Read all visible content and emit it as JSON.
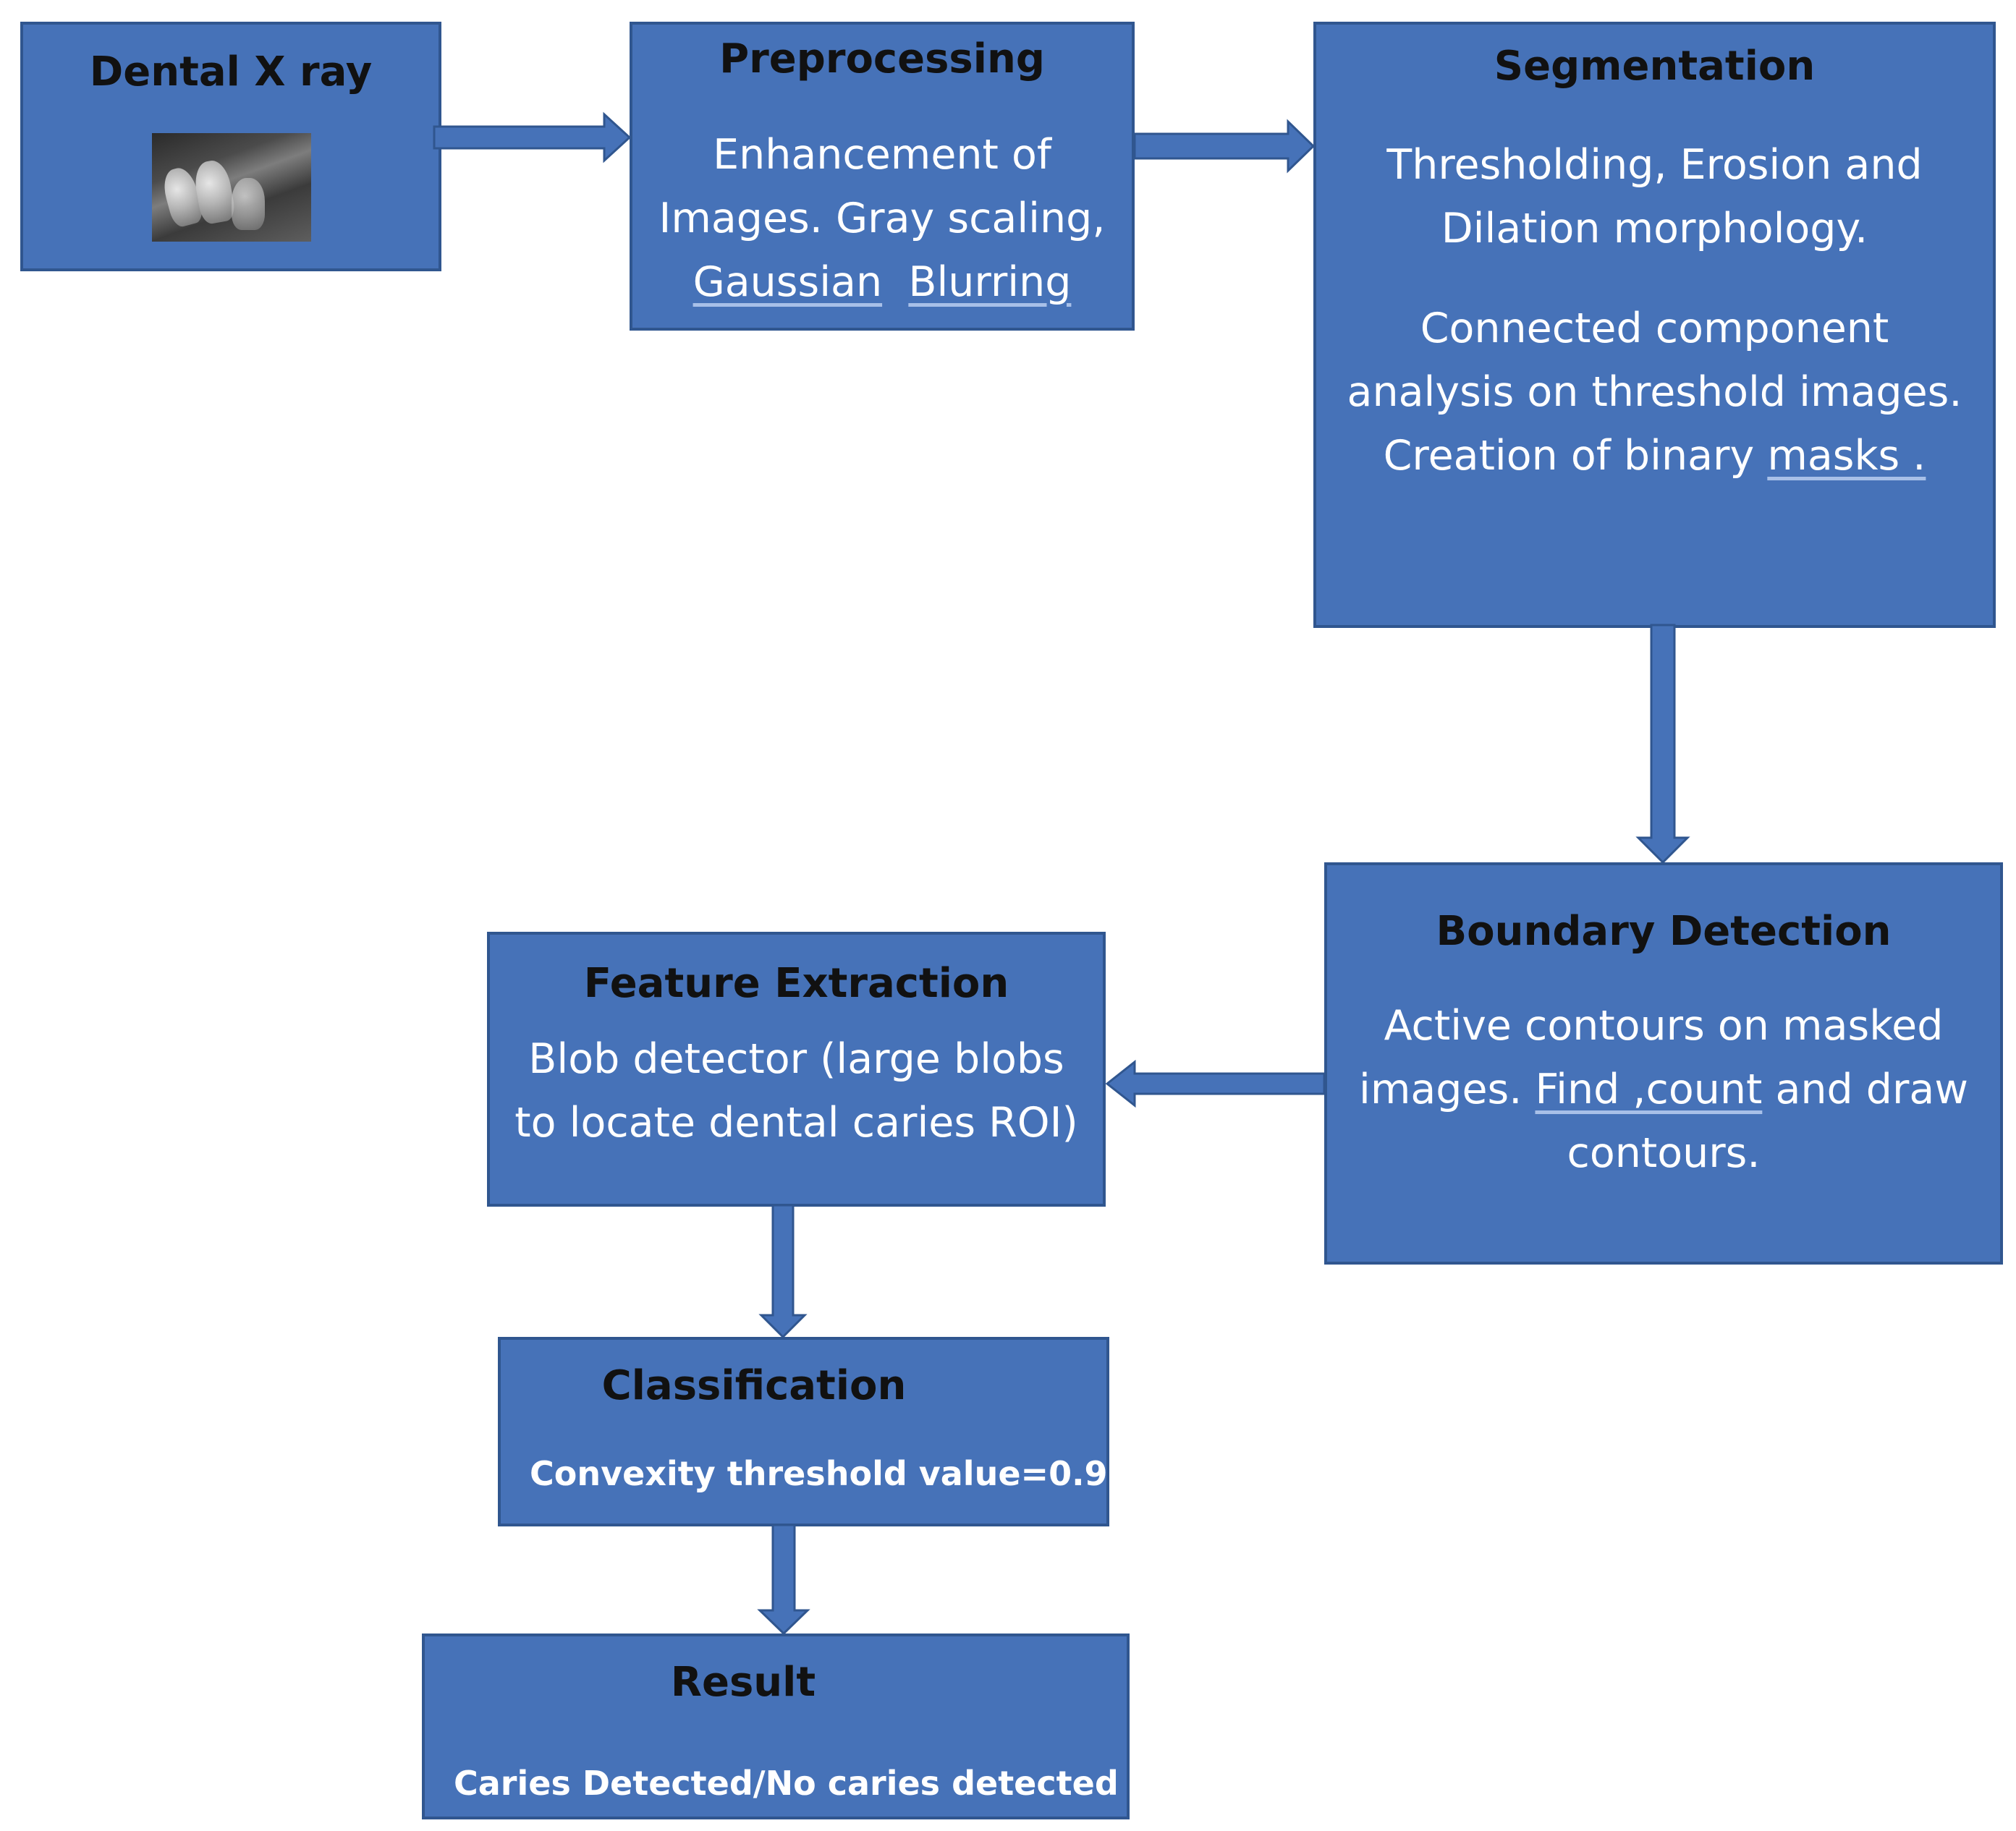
{
  "nodes": {
    "xray": {
      "title": "Dental X ray"
    },
    "preprocessing": {
      "title": "Preprocessing",
      "lines": [
        "Enhancement of",
        "Images. Gray scaling,",
        "Gaussian",
        "Blurring"
      ]
    },
    "segmentation": {
      "title": "Segmentation",
      "lines": [
        "Thresholding, Erosion and",
        "Dilation morphology.",
        "Connected component",
        "analysis on threshold images.",
        "Creation of binary",
        "masks ."
      ]
    },
    "boundary": {
      "title": "Boundary Detection",
      "lines": [
        "Active contours on masked",
        "images.",
        "Find ,count",
        "and draw",
        "contours."
      ]
    },
    "feature": {
      "title": "Feature Extraction",
      "lines": [
        "Blob detector (large blobs",
        "to locate dental caries ROI)"
      ]
    },
    "classification": {
      "title": "Classification",
      "text": "Convexity threshold value=0.9"
    },
    "result": {
      "title": "Result",
      "text": "Caries Detected/No caries  detected"
    }
  },
  "colors": {
    "box_fill": "#4672b8",
    "box_border": "#30568f",
    "title_text": "#111111",
    "body_text": "#ffffff",
    "arrow": "#4672b8"
  }
}
